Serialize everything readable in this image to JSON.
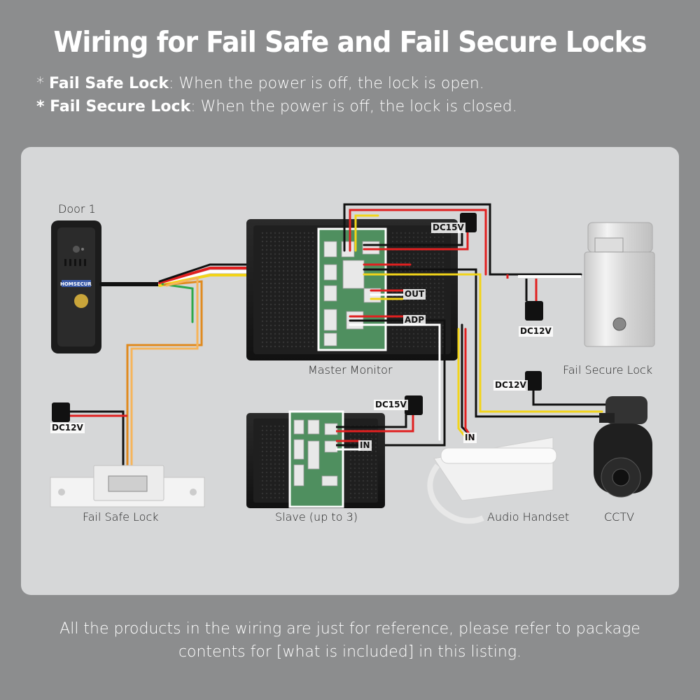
{
  "title": "Wiring for Fail Safe and Fail Secure Locks",
  "notes": [
    {
      "prefix": "* ",
      "term": "Fail Safe Lock",
      "text": ": When the power is off, the lock is open."
    },
    {
      "prefix": "* ",
      "term": "Fail Secure Lock",
      "text": ": When the power is off, the lock is closed."
    }
  ],
  "labels": {
    "door": "Door 1",
    "master": "Master Monitor",
    "fail_secure": "Fail Secure Lock",
    "fail_safe": "Fail Safe Lock",
    "slave": "Slave (up to 3)",
    "handset": "Audio Handset",
    "cctv": "CCTV"
  },
  "tags": {
    "dc15v_master": "DC15V",
    "dc15v_slave": "DC15V",
    "dc12v_secure": "DC12V",
    "dc12v_cctv": "DC12V",
    "dc12v_safe": "DC12V",
    "out": "OUT",
    "adp": "ADP",
    "in_slave": "IN",
    "in_handset": "IN"
  },
  "brand": "HOMSECUR",
  "colors": {
    "background": "#8c8d8e",
    "panel": "#d6d7d8",
    "wire_red": "#e02020",
    "wire_black": "#1a1a1a",
    "wire_yellow": "#f2d41a",
    "wire_white": "#ffffff",
    "wire_green": "#2ea84a",
    "wire_orange": "#e08a1e",
    "pcb": "#4f8f5f"
  },
  "footer": [
    "All the products in the wiring are just for reference, please refer to package",
    "contents for [what is included] in this listing."
  ]
}
